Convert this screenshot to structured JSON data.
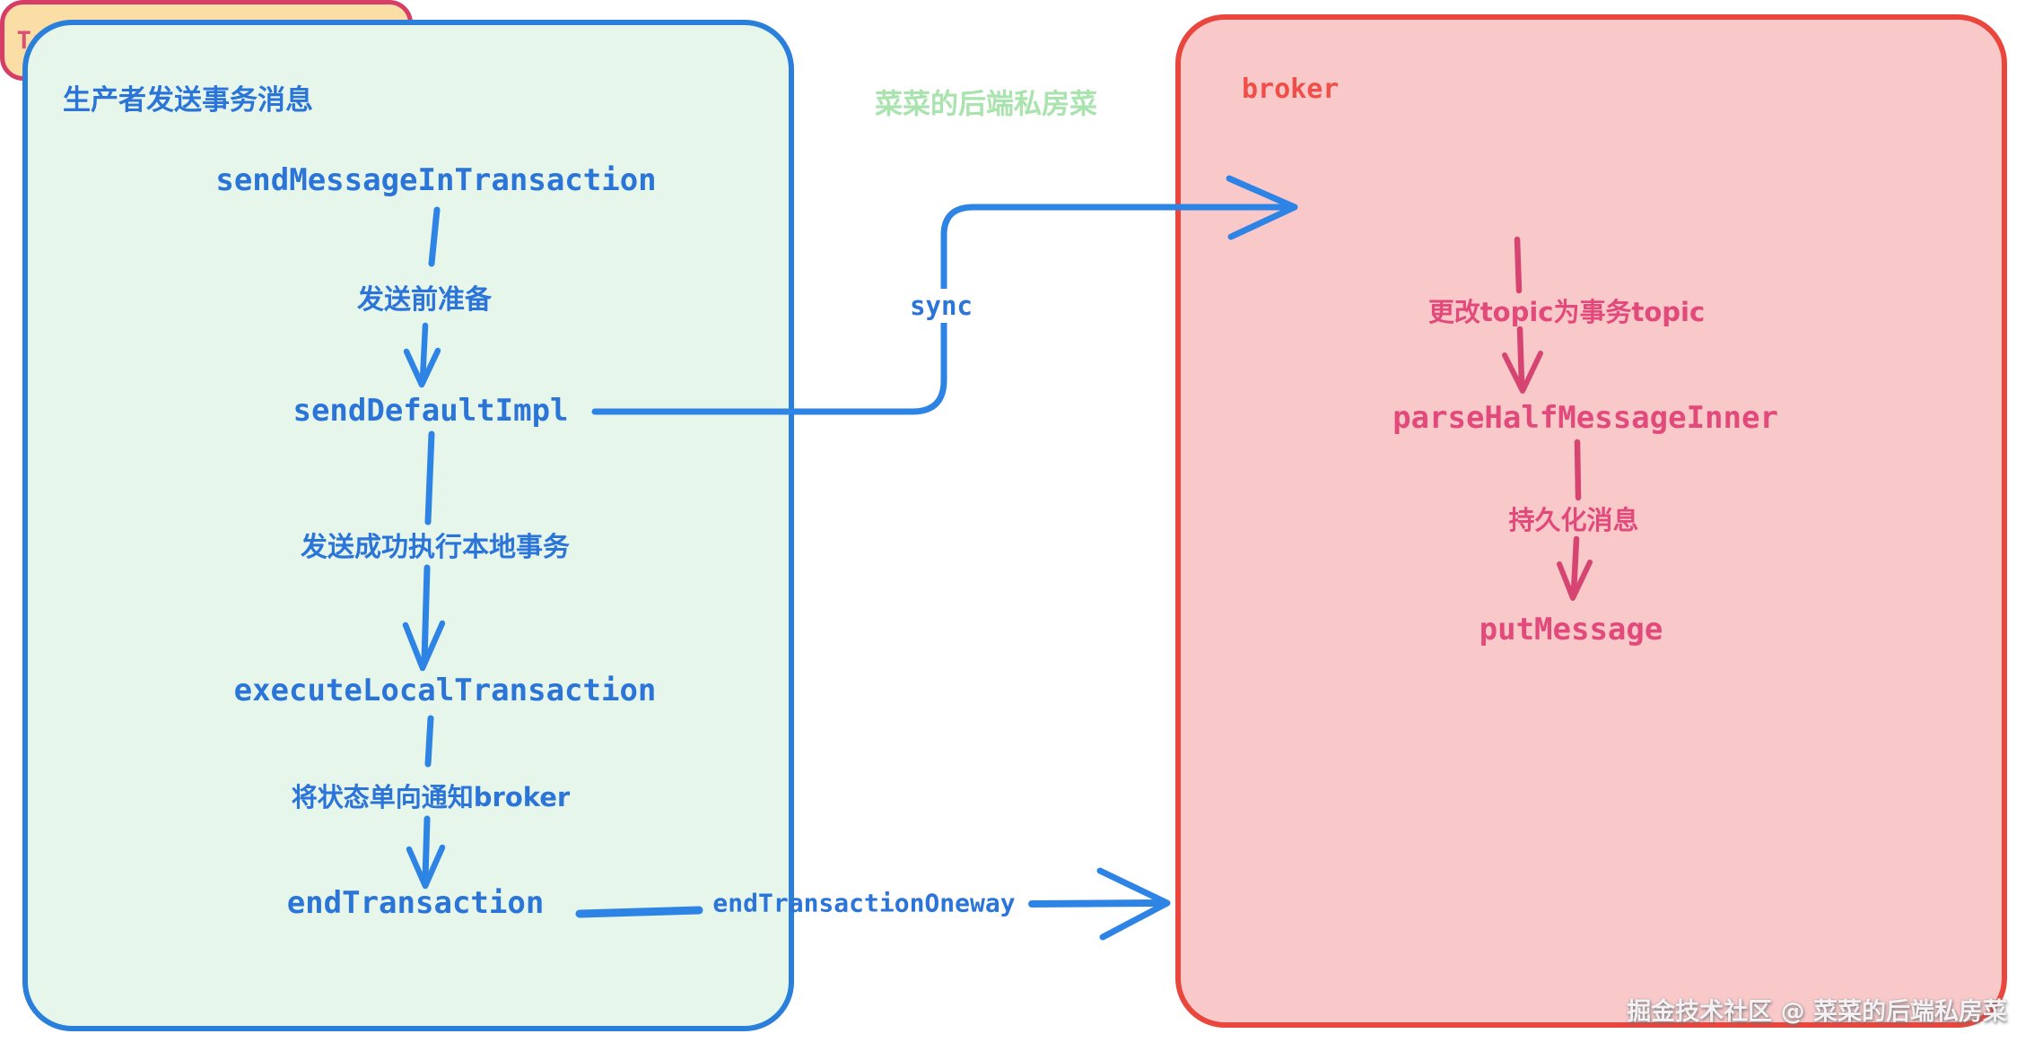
{
  "colors": {
    "producer_fill": "#e7f6ea",
    "producer_border": "#2a7fdb",
    "blue_text": "#2b74d8",
    "line_blue": "#2e84e4",
    "broker_fill": "#f9c9ca",
    "broker_border": "#e9473e",
    "broker_title": "#ef4f48",
    "pink_text": "#e14a7b",
    "line_pink": "#d64472",
    "bridge_fill": "#fbdea5",
    "bridge_border": "#d63e68",
    "bridge_text": "#db4f74",
    "watermark_green": "#a9e3ad",
    "watermark_white": "#f4f1f4"
  },
  "watermarks": {
    "center": "菜菜的后端私房菜",
    "bottom_right": "掘金技术社区 @ 菜菜的后端私房菜"
  },
  "producer": {
    "title": "生产者发送事务消息",
    "nodes": {
      "send_message_in_transaction": "sendMessageInTransaction",
      "send_default_impl": "sendDefaultImpl",
      "execute_local_transaction": "executeLocalTransaction",
      "end_transaction": "endTransaction"
    },
    "edge_labels": {
      "prepare": "发送前准备",
      "exec_local": "发送成功执行本地事务",
      "notify_broker": "将状态单向通知broker"
    }
  },
  "broker": {
    "title": "broker",
    "bridge_node": "TransactionalMessageBridge",
    "nodes": {
      "parse_half_message_inner": "parseHalfMessageInner",
      "put_message": "putMessage"
    },
    "edge_labels": {
      "change_topic": "更改topic为事务topic",
      "persist": "持久化消息"
    }
  },
  "cross_edges": {
    "sync": "sync",
    "oneway": "endTransactionOneway"
  }
}
